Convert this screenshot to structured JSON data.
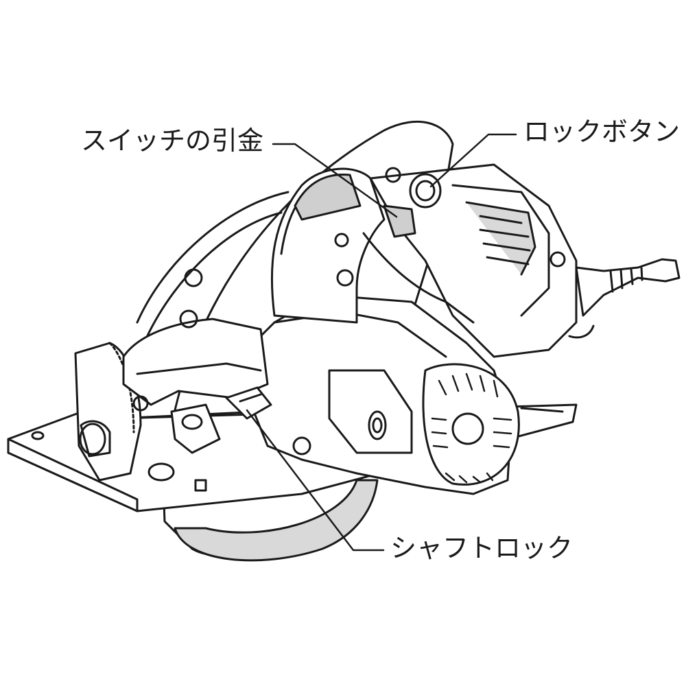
{
  "labels": {
    "trigger": "スイッチの引金",
    "lock_button": "ロックボタン",
    "shaft_lock": "シャフトロック"
  },
  "colors": {
    "line": "#1a1a1a",
    "blade_fill": "#d9d9d9",
    "body_fill": "#ffffff",
    "grip_fill": "#cfcfcf"
  }
}
